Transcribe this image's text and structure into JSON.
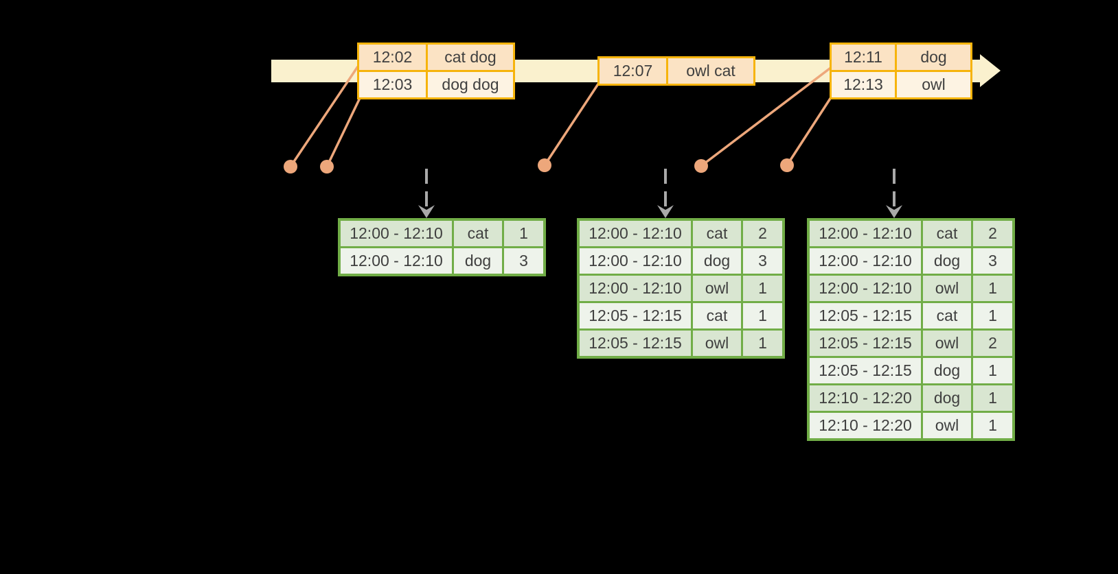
{
  "colors": {
    "background": "#000000",
    "timeline_fill": "#FAF1CE",
    "event_border": "#F6B40C",
    "event_row_dark": "#FBE3C4",
    "event_row_light": "#FDF3E3",
    "result_border": "#71AD47",
    "result_row_dark": "#D9E6D1",
    "result_row_light": "#EEF3EB",
    "connector": "#EDA77B",
    "trigger_arrow": "#A9A9A9",
    "text": "#3F3F3F"
  },
  "event_tables": [
    {
      "id": "events-1",
      "rows": [
        [
          "12:02",
          "cat dog"
        ],
        [
          "12:03",
          "dog dog"
        ]
      ]
    },
    {
      "id": "events-2",
      "rows": [
        [
          "12:07",
          "owl cat"
        ]
      ]
    },
    {
      "id": "events-3",
      "rows": [
        [
          "12:11",
          "dog"
        ],
        [
          "12:13",
          "owl"
        ]
      ]
    }
  ],
  "result_tables": [
    {
      "id": "result-1",
      "rows": [
        [
          "12:00 - 12:10",
          "cat",
          "1"
        ],
        [
          "12:00 - 12:10",
          "dog",
          "3"
        ]
      ]
    },
    {
      "id": "result-2",
      "rows": [
        [
          "12:00 - 12:10",
          "cat",
          "2"
        ],
        [
          "12:00 - 12:10",
          "dog",
          "3"
        ],
        [
          "12:00 - 12:10",
          "owl",
          "1"
        ],
        [
          "12:05 - 12:15",
          "cat",
          "1"
        ],
        [
          "12:05 - 12:15",
          "owl",
          "1"
        ]
      ]
    },
    {
      "id": "result-3",
      "rows": [
        [
          "12:00 - 12:10",
          "cat",
          "2"
        ],
        [
          "12:00 - 12:10",
          "dog",
          "3"
        ],
        [
          "12:00 - 12:10",
          "owl",
          "1"
        ],
        [
          "12:05 - 12:15",
          "cat",
          "1"
        ],
        [
          "12:05 - 12:15",
          "owl",
          "2"
        ],
        [
          "12:05 - 12:15",
          "dog",
          "1"
        ],
        [
          "12:10 - 12:20",
          "dog",
          "1"
        ],
        [
          "12:10 - 12:20",
          "owl",
          "1"
        ]
      ]
    }
  ]
}
